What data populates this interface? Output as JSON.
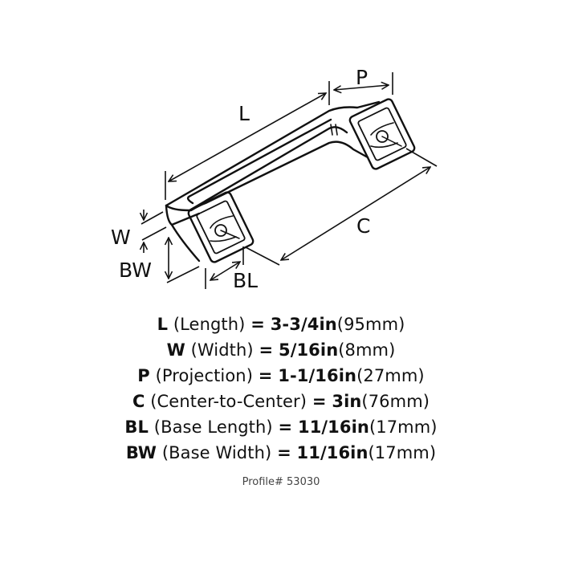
{
  "diagram": {
    "subject": "cabinet-pull-handle",
    "dimension_labels": {
      "L": "L",
      "P": "P",
      "C": "C",
      "W": "W",
      "BW": "BW",
      "BL": "BL"
    }
  },
  "specs": [
    {
      "code": "L",
      "name": "(Length)",
      "eq": "=",
      "value": "3-3/4in",
      "metric": "(95mm)"
    },
    {
      "code": "W",
      "name": "(Width)",
      "eq": "=",
      "value": "5/16in",
      "metric": "(8mm)"
    },
    {
      "code": "P",
      "name": "(Projection)",
      "eq": "=",
      "value": "1-1/16in",
      "metric": "(27mm)"
    },
    {
      "code": "C",
      "name": "(Center-to-Center)",
      "eq": "=",
      "value": "3in",
      "metric": "(76mm)"
    },
    {
      "code": "BL",
      "name": "(Base Length)",
      "eq": "=",
      "value": "11/16in",
      "metric": "(17mm)"
    },
    {
      "code": "BW",
      "name": "(Base Width)",
      "eq": "=",
      "value": "11/16in",
      "metric": "(17mm)"
    }
  ],
  "profile": "Profile# 53030"
}
